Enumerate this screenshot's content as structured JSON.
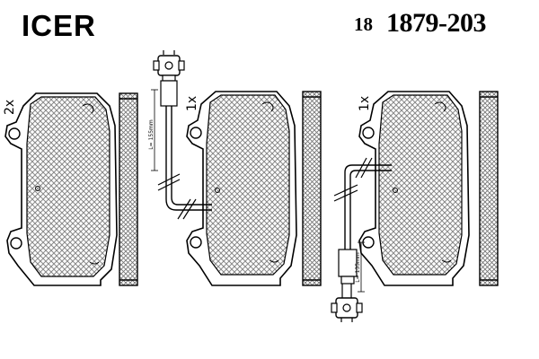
{
  "brand": {
    "logo_text": "ICER",
    "logo_color": "#000000"
  },
  "part_number": {
    "prefix": "18",
    "code": "1879-203"
  },
  "pads": [
    {
      "quantity": "2x"
    },
    {
      "quantity": "1x",
      "wear_sensor_length": "L= 155mm"
    },
    {
      "quantity": "1x",
      "wear_sensor_length": "L= 135mm"
    }
  ],
  "colors": {
    "line": "#000000",
    "hatch": "#8a8a8a",
    "background": "#ffffff"
  }
}
